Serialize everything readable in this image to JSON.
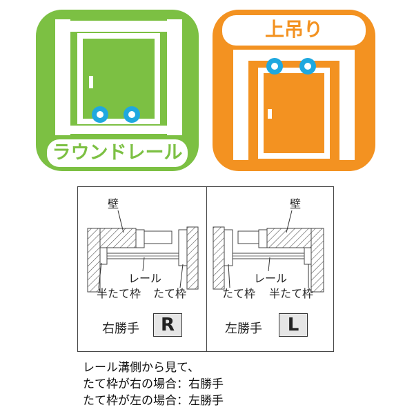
{
  "colors": {
    "green": "#7CC043",
    "orange": "#F39221",
    "wheel": "#1FA8DF",
    "outline": "#333333",
    "hatch": "#555555",
    "label_box": "#e6e6e6"
  },
  "icons": {
    "round_rail": {
      "label": "ラウンドレール",
      "icon": "round-rail-door-icon"
    },
    "top_hung": {
      "label": "上吊り",
      "icon": "top-hung-door-icon"
    }
  },
  "diagram": {
    "right_hand": {
      "wall_label": "壁",
      "rail_label": "レール",
      "left_frame_label": "半たて枠",
      "right_frame_label": "たて枠",
      "caption": "右勝手",
      "letter": "R"
    },
    "left_hand": {
      "wall_label": "壁",
      "rail_label": "レール",
      "left_frame_label": "たて枠",
      "right_frame_label": "半たて枠",
      "caption": "左勝手",
      "letter": "L"
    }
  },
  "notes": [
    "レール溝側から見て、",
    "たて枠が右の場合：右勝手",
    "たて枠が左の場合：左勝手"
  ]
}
